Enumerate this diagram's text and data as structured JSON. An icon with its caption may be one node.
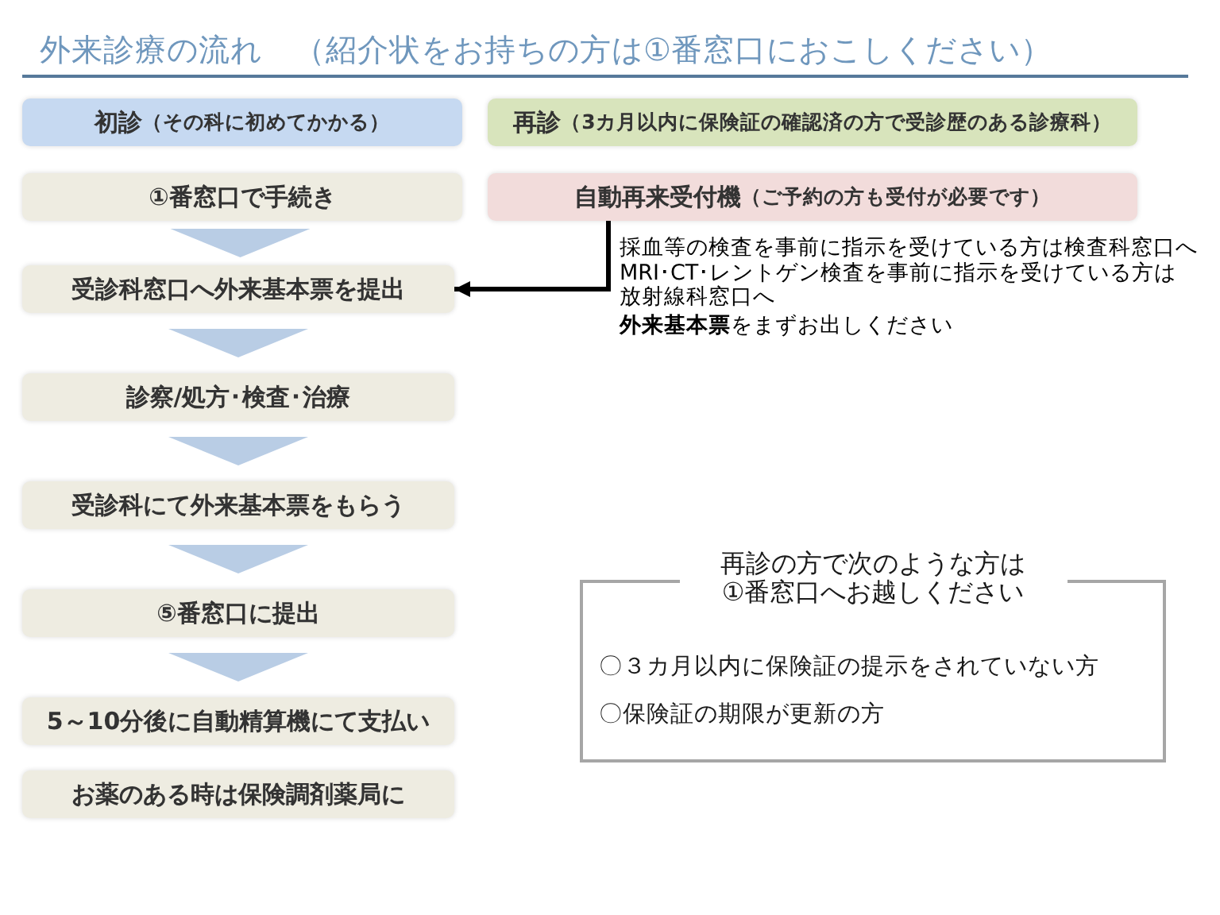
{
  "diagram": {
    "title": "外来診療の流れ　（紹介状をお持ちの方は①番窓口におこしください）",
    "nodes": [
      {
        "text": [
          "初診",
          "（その科に初めてかかる）"
        ]
      },
      {
        "text": [
          "再診",
          "（3カ月以内に保険証の確認済の方で受診歴のある診療科）"
        ]
      },
      {
        "text": [
          "①番窓口で手続き"
        ]
      },
      {
        "text": [
          "自動再来受付機",
          "（ご予約の方も受付が必要です）"
        ]
      },
      {
        "text": [
          "受診科窓口へ外来基本票を提出"
        ]
      },
      {
        "text": [
          "診察/処方･検査･治療"
        ]
      },
      {
        "text": [
          "受診科にて外来基本票をもらう"
        ]
      },
      {
        "text": [
          "⑤番窓口に提出"
        ]
      },
      {
        "text": [
          "5～10分後に自動精算機にて支払い"
        ]
      },
      {
        "text": [
          "お薬のある時は保険調剤薬局に"
        ]
      },
      {
        "text": [
          "再診の方で次のような方は①番窓口へお越しください",
          "〇３カ月以内に保険証の提示をされていない方",
          "〇保険証の期限が更新の方"
        ]
      }
    ],
    "edges": [
      {
        "from": 2,
        "to": 4,
        "arrow": "to"
      },
      {
        "from": 4,
        "to": 5,
        "arrow": "to"
      },
      {
        "from": 5,
        "to": 6,
        "arrow": "to"
      },
      {
        "from": 6,
        "to": 7,
        "arrow": "to"
      },
      {
        "from": 7,
        "to": 8,
        "arrow": "to"
      },
      {
        "from": 3,
        "to": 4,
        "arrow": "to",
        "color": "#000000"
      }
    ],
    "labels": [
      "採血等の検査を事前に指示を受けている方は検査科窓口へ",
      "MRI･CT･レントゲン検査を事前に指示を受けている方は放射線科窓口へ",
      "**外来基本票**をまずお出しください"
    ]
  }
}
